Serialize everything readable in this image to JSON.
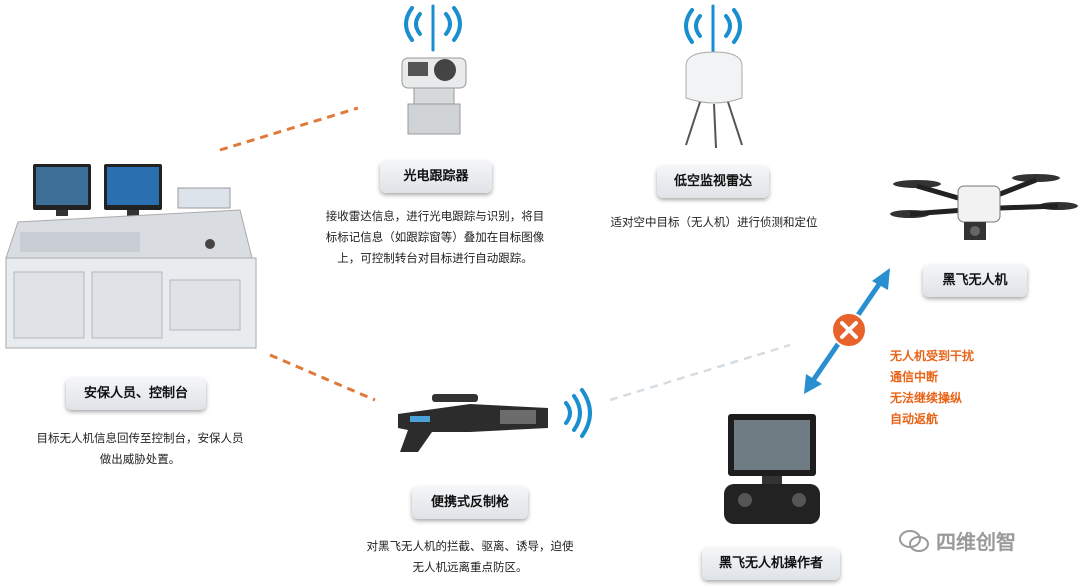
{
  "nodes": {
    "control": {
      "label": "安保人员、控制台",
      "desc_lines": [
        "目标无人机信息回传至控制台，安保人员",
        "做出威胁处置。"
      ]
    },
    "tracker": {
      "label": "光电跟踪器",
      "desc_lines": [
        "接收雷达信息，进行光电跟踪与识别，将目",
        "标标记信息（如跟踪窗等）叠加在目标图像",
        "上，可控制转台对目标进行自动跟踪。"
      ]
    },
    "radar": {
      "label": "低空监视雷达",
      "desc_lines": [
        "适对空中目标（无人机）进行侦测和定位"
      ]
    },
    "drone": {
      "label": "黑飞无人机"
    },
    "gun": {
      "label": "便携式反制枪",
      "desc_lines": [
        "对黑飞无人机的拦截、驱离、诱导，迫使",
        "无人机远离重点防区。"
      ]
    },
    "operator": {
      "label": "黑飞无人机操作者"
    }
  },
  "effects": [
    "无人机受到干扰",
    "通信中断",
    "无法继续操纵",
    "自动返航"
  ],
  "watermark": "四维创智",
  "colors": {
    "signal": "#1a8fd0",
    "orange_dash": "#e07a3a",
    "effect_text": "#e8651a",
    "cross": "#e8632b",
    "arrow": "#2a8fd0"
  }
}
